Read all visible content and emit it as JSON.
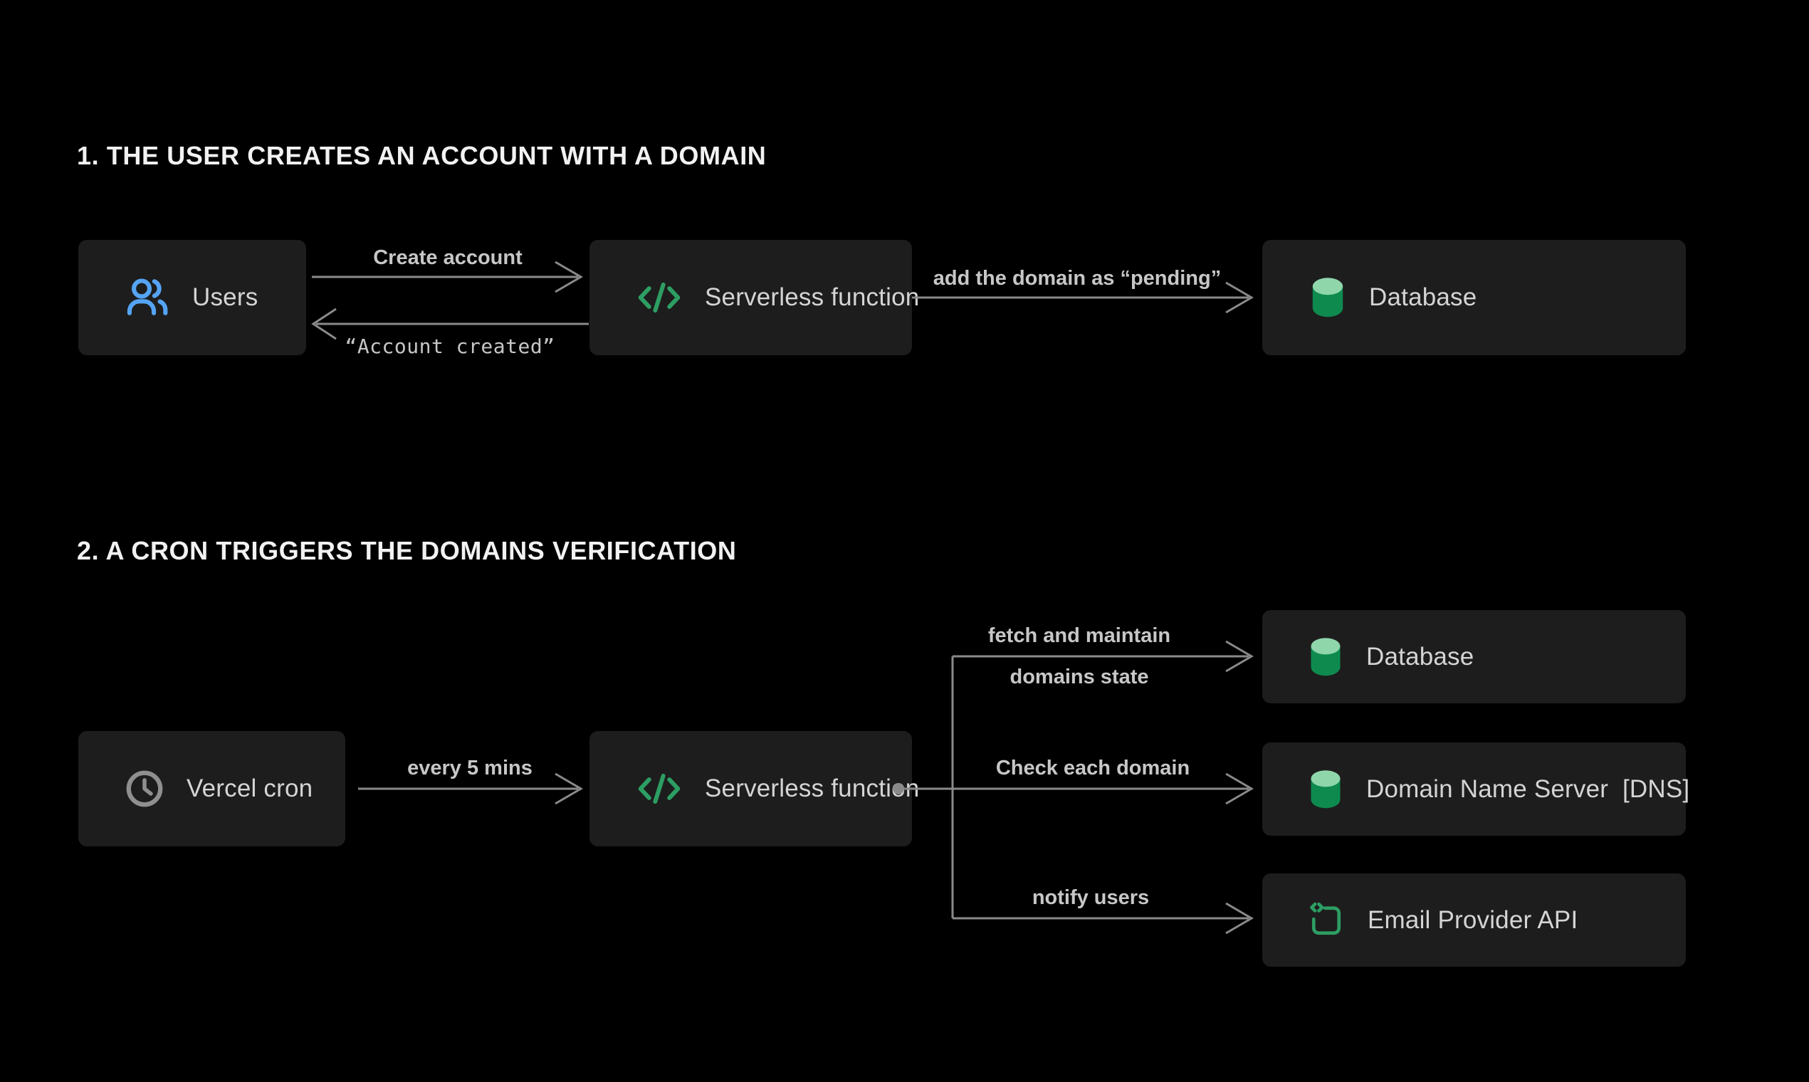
{
  "colors": {
    "background": "#000000",
    "node_background": "#1d1d1d",
    "node_text": "#d4d4d4",
    "title_text": "#f2f2f2",
    "line_gray": "#8a8a8a",
    "edge_label_gray": "#c7c7c7",
    "accent_blue": "#55a4f4",
    "accent_green": "#2d9e63",
    "cylinder_top_green": "#8fd6ab",
    "cylinder_body_green": "#0e8a4f",
    "clock_gray": "#8f8f8f"
  },
  "section1": {
    "title": "1. THE USER CREATES AN ACCOUNT WITH A DOMAIN",
    "nodes": {
      "users": {
        "label": "Users",
        "icon": "users-icon"
      },
      "serverless": {
        "label": "Serverless function",
        "icon": "code-icon"
      },
      "database": {
        "label": "Database",
        "icon": "database-icon"
      }
    },
    "arrows": {
      "create_account": {
        "label": "Create account",
        "from": "Users",
        "to": "Serverless function"
      },
      "account_created": {
        "label": "“Account created”",
        "from": "Serverless function",
        "to": "Users"
      },
      "add_pending": {
        "label": "add the domain as “pending”",
        "from": "Serverless function",
        "to": "Database"
      }
    }
  },
  "section2": {
    "title": "2. A CRON TRIGGERS THE DOMAINS VERIFICATION",
    "nodes": {
      "cron": {
        "label": "Vercel cron",
        "icon": "clock-icon"
      },
      "serverless": {
        "label": "Serverless function",
        "icon": "code-icon"
      },
      "database": {
        "label": "Database",
        "icon": "database-icon"
      },
      "dns": {
        "label": "Domain Name Server  [DNS]",
        "icon": "database-icon"
      },
      "email": {
        "label": "Email Provider API",
        "icon": "api-icon"
      }
    },
    "arrows": {
      "every_5_mins": {
        "label": "every 5 mins",
        "from": "Vercel cron",
        "to": "Serverless function"
      },
      "fetch_maintain": {
        "line1": "fetch and maintain",
        "line2": "domains state",
        "from": "Serverless function",
        "to": "Database"
      },
      "check_domain": {
        "label": "Check each domain",
        "from": "Serverless function",
        "to": "Domain Name Server [DNS]"
      },
      "notify_users": {
        "label": "notify users",
        "from": "Serverless function",
        "to": "Email Provider API"
      }
    }
  }
}
